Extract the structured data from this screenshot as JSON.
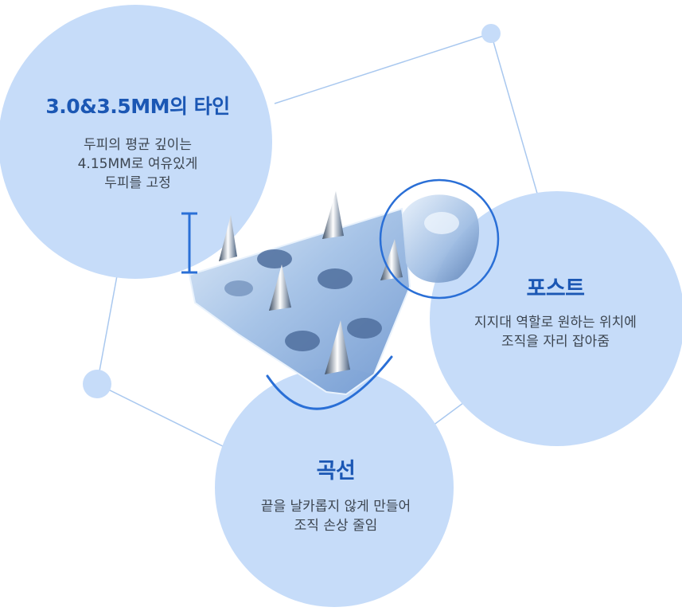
{
  "callouts": [
    {
      "title": "3.0&3.5MM의 타인",
      "lines": [
        "두피의 평균 깊이는",
        "4.15MM로 여유있게",
        "두피를 고정"
      ]
    },
    {
      "title": "포스트",
      "lines": [
        "지지대 역할로 원하는 위치에",
        "조직을 자리 잡아줌"
      ]
    },
    {
      "title": "곡선",
      "lines": [
        "끝을 날카롭지 않게 만들어",
        "조직 손상 줄임"
      ]
    }
  ],
  "colors": {
    "bubble": "#c6dcf9",
    "connector": "#a9c8ef",
    "accent": "#2a6fd6",
    "title": "#1b57b4",
    "plate": "#a9c6e8"
  }
}
